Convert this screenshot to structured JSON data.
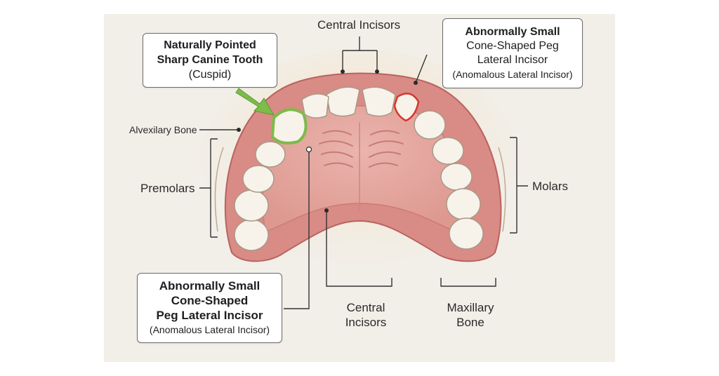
{
  "labels": {
    "central_incisors_top": "Central Incisors",
    "alveolar_bone": "Alvexilary Bone",
    "premolars": "Premolars",
    "molars": "Molars",
    "central_incisors_bottom_1": "Central",
    "central_incisors_bottom_2": "Incisors",
    "maxillary_bone_1": "Maxillary",
    "maxillary_bone_2": "Bone"
  },
  "callouts": {
    "canine": {
      "line1": "Naturally Pointed",
      "line2": "Sharp Canine Tooth",
      "line3": "(Cuspid)"
    },
    "peg_top": {
      "line1": "Abnormally Small",
      "line2": "Cone-Shaped Peg",
      "line3": "Lateral Incisor",
      "line4": "(Anomalous Lateral Incisor)"
    },
    "peg_bottom": {
      "line1": "Abnormally Small",
      "line2": "Cone-Shaped",
      "line3": "Peg Lateral Incisor",
      "line4": "(Anomalous Lateral Incisor)"
    }
  },
  "colors": {
    "gum": "#d98b86",
    "palate": "#e7aaa3",
    "tooth": "#f7f3ea",
    "canine_highlight": "#7dbb4a",
    "peg_highlight": "#d7362f",
    "panel": "#f2efe9"
  }
}
